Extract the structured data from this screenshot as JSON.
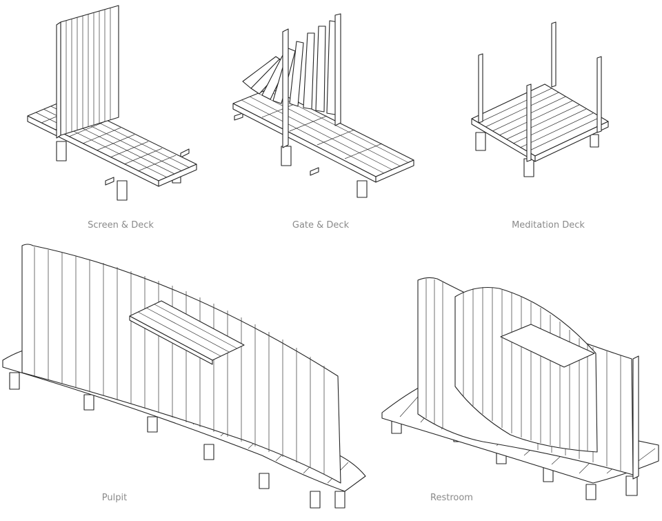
{
  "captions": {
    "screen_deck": "Screen & Deck",
    "gate_deck": "Gate & Deck",
    "meditation_deck": "Meditation Deck",
    "pulpit": "Pulpit",
    "restroom": "Restroom"
  },
  "colors": {
    "line": "#222222",
    "caption": "#8a8a8a",
    "background": "#ffffff"
  }
}
